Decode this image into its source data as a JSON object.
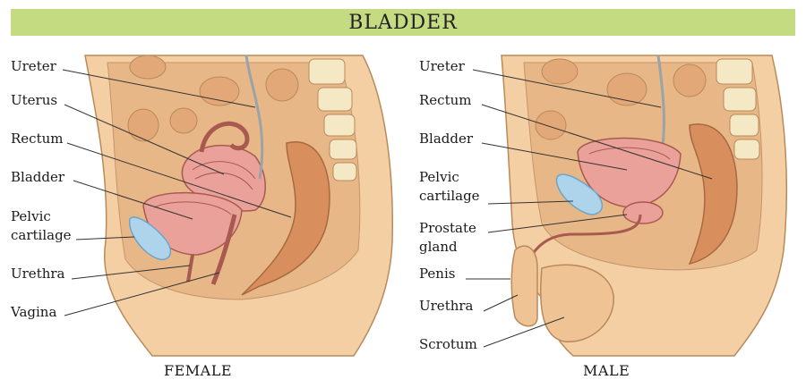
{
  "title": "BLADDER",
  "female": {
    "caption": "FEMALE",
    "labels": {
      "ureter": "Ureter",
      "uterus": "Uterus",
      "rectum": "Rectum",
      "bladder": "Bladder",
      "pelvic_cartilage_1": "Pelvic",
      "pelvic_cartilage_2": "cartilage",
      "urethra": "Urethra",
      "vagina": "Vagina"
    }
  },
  "male": {
    "caption": "MALE",
    "labels": {
      "ureter": "Ureter",
      "rectum": "Rectum",
      "bladder": "Bladder",
      "pelvic_cartilage_1": "Pelvic",
      "pelvic_cartilage_2": "cartilage",
      "prostate_1": "Prostate",
      "prostate_2": "gland",
      "penis": "Penis",
      "urethra": "Urethra",
      "scrotum": "Scrotum"
    }
  },
  "colors": {
    "title_bg": "#c5db82",
    "skin": "#f3cfa3",
    "skin_dark": "#e6b583",
    "organ": "#e9a7a0",
    "rectum": "#d98e5e",
    "bone": "#f5e9c5",
    "cartilage": "#aed4ec"
  }
}
